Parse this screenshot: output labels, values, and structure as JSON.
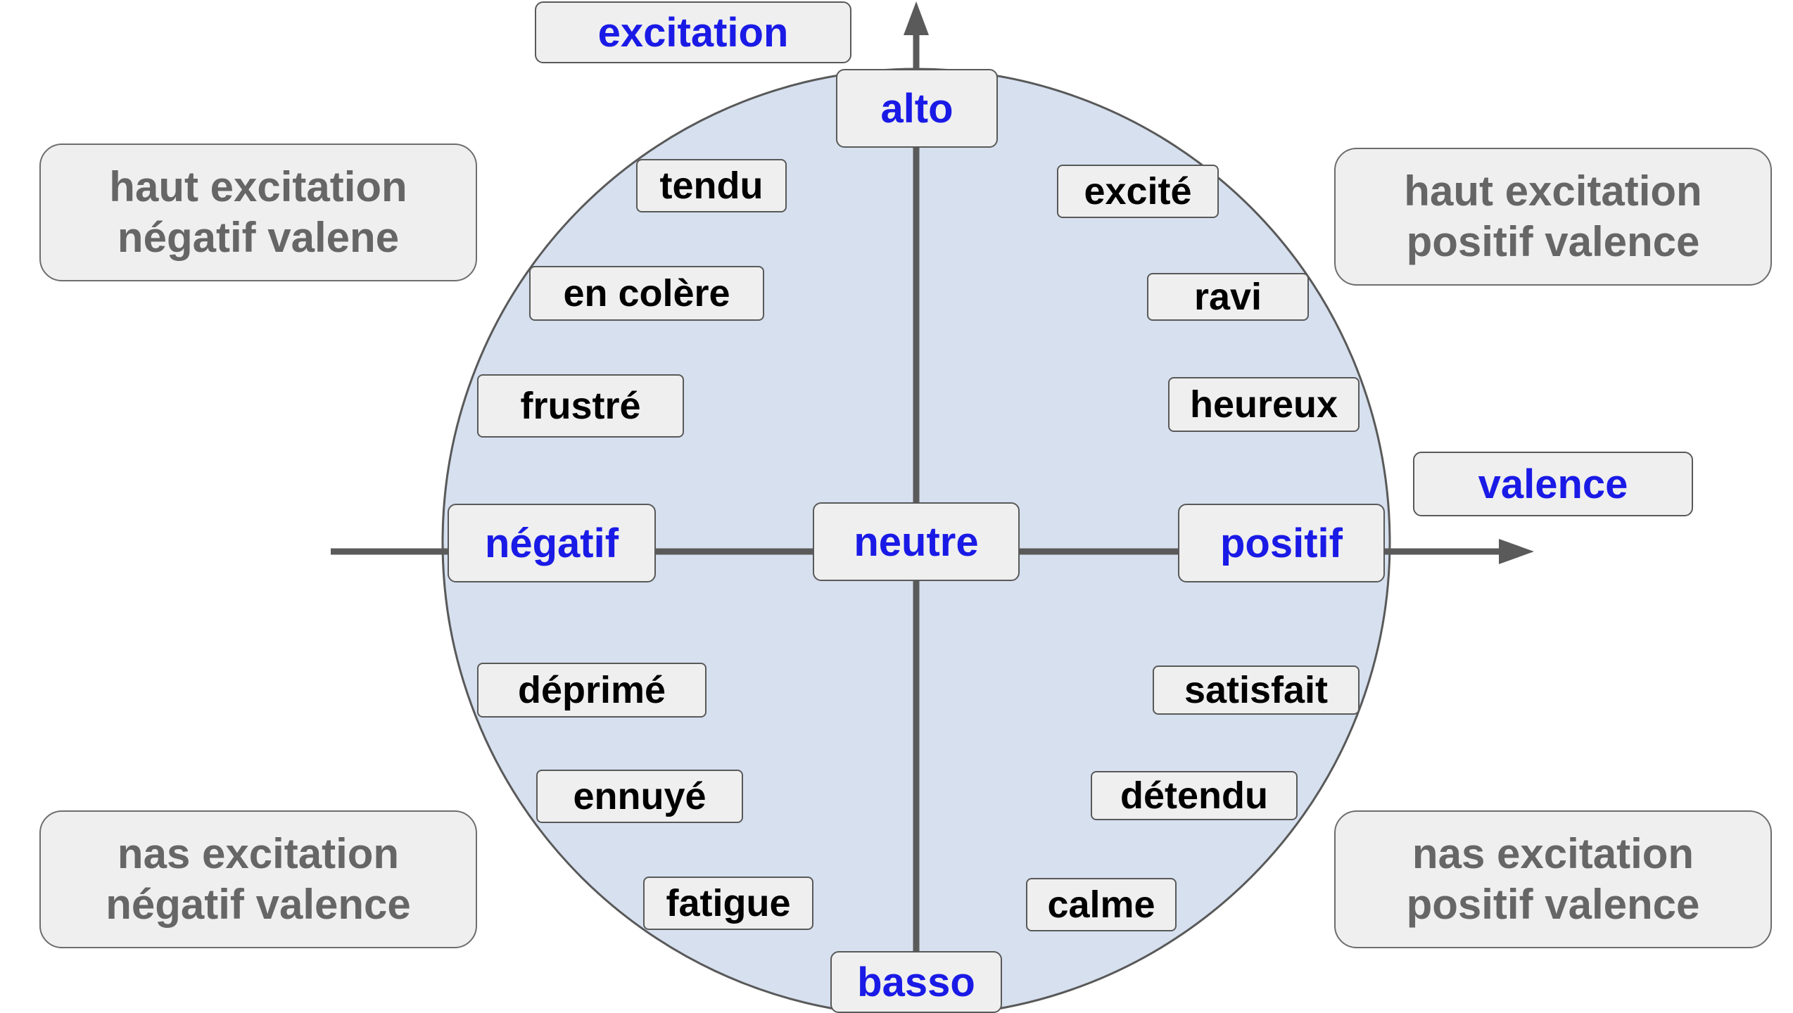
{
  "colors": {
    "circle_fill": "#d6e0ef",
    "circle_stroke": "#595959",
    "axis_color": "#5a5a5a",
    "axis_label_text": "#1a1ae6",
    "emotion_label_text": "#000000",
    "quadrant_label_text": "#666666",
    "box_fill": "#efefef"
  },
  "axes": {
    "vertical_title": "excitation",
    "horizontal_title": "valence",
    "top": "alto",
    "bottom": "basso",
    "left": "négatif",
    "right": "positif",
    "center": "neutre"
  },
  "quadrants": {
    "top_left": [
      "haut excitation",
      "négatif valene"
    ],
    "top_right": [
      "haut excitation",
      "positif valence"
    ],
    "bottom_left": [
      "nas excitation",
      "négatif valence"
    ],
    "bottom_right": [
      "nas excitation",
      "positif valence"
    ]
  },
  "emotions": {
    "top_left": [
      "tendu",
      "en colère",
      "frustré"
    ],
    "top_right": [
      "excité",
      "ravi",
      "heureux"
    ],
    "bottom_left": [
      "déprimé",
      "ennuyé",
      "fatigue"
    ],
    "bottom_right": [
      "satisfait",
      "détendu",
      "calme"
    ]
  }
}
